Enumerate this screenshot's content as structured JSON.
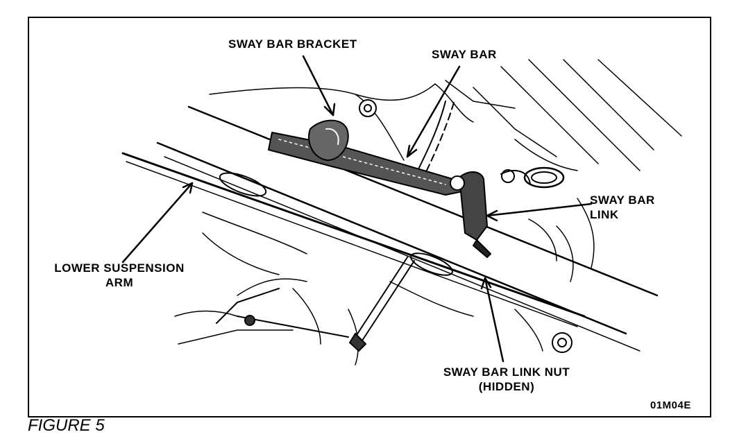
{
  "figure": {
    "caption": "FIGURE 5",
    "code": "01M04E"
  },
  "callouts": {
    "sway_bar_bracket": "SWAY BAR BRACKET",
    "sway_bar": "SWAY BAR",
    "sway_bar_link_line1": "SWAY BAR",
    "sway_bar_link_line2": "LINK",
    "lower_arm_line1": "LOWER SUSPENSION",
    "lower_arm_line2": "ARM",
    "link_nut_line1": "SWAY BAR LINK NUT",
    "link_nut_line2": "(HIDDEN)"
  },
  "colors": {
    "ink": "#000000",
    "paper": "#ffffff",
    "shade": "#555555"
  }
}
